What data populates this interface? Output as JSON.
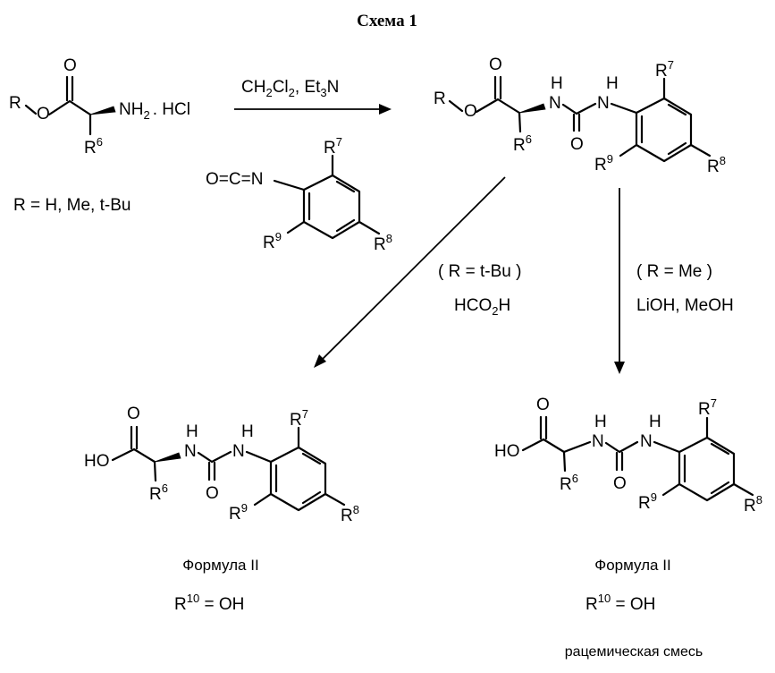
{
  "title": "Схема 1",
  "start": {
    "r": "R",
    "amine": "NH",
    "amine_sub": "2",
    "salt": ". HCl",
    "r6": "R",
    "r6_sup": "6",
    "r_def": "R = H, Me, t-Bu"
  },
  "reagents": {
    "cond_a": "CH",
    "cond_a_sub": "2",
    "cond_b": "Cl",
    "cond_b_sub": "2",
    "cond_c": ", Et",
    "cond_c_sub": "3",
    "cond_d": "N",
    "isocyanate": "O=C=N",
    "r7": "R",
    "r7_sup": "7",
    "r8": "R",
    "r8_sup": "8",
    "r9": "R",
    "r9_sup": "9"
  },
  "product": {
    "o": "O",
    "nh": "H",
    "n": "N",
    "r": "R",
    "r6": "R",
    "r6_sup": "6",
    "r7": "R",
    "r7_sup": "7",
    "r8": "R",
    "r8_sup": "8",
    "r9": "R",
    "r9_sup": "9"
  },
  "left_route": {
    "condition": "( R = t-Bu )",
    "reagent": "HCO",
    "reagent_sub": "2",
    "reagent_end": "H"
  },
  "right_route": {
    "condition": "( R = Me )",
    "reagent": "LiOH, MeOH"
  },
  "left_product": {
    "ho": "HO",
    "o": "O",
    "h": "H",
    "n": "N",
    "r6": "R",
    "r6_sup": "6",
    "r7": "R",
    "r7_sup": "7",
    "r8": "R",
    "r8_sup": "8",
    "r9": "R",
    "r9_sup": "9",
    "formula": "Формула II",
    "r10": "R",
    "r10_sup": "10",
    "r10_val": " = OH"
  },
  "right_product": {
    "ho": "HO",
    "o": "O",
    "h": "H",
    "n": "N",
    "r6": "R",
    "r6_sup": "6",
    "r7": "R",
    "r7_sup": "7",
    "r8": "R",
    "r8_sup": "8",
    "r9": "R",
    "r9_sup": "9",
    "formula": "Формула II",
    "r10": "R",
    "r10_sup": "10",
    "r10_val": " = OH",
    "note": "рацемическая смесь"
  }
}
